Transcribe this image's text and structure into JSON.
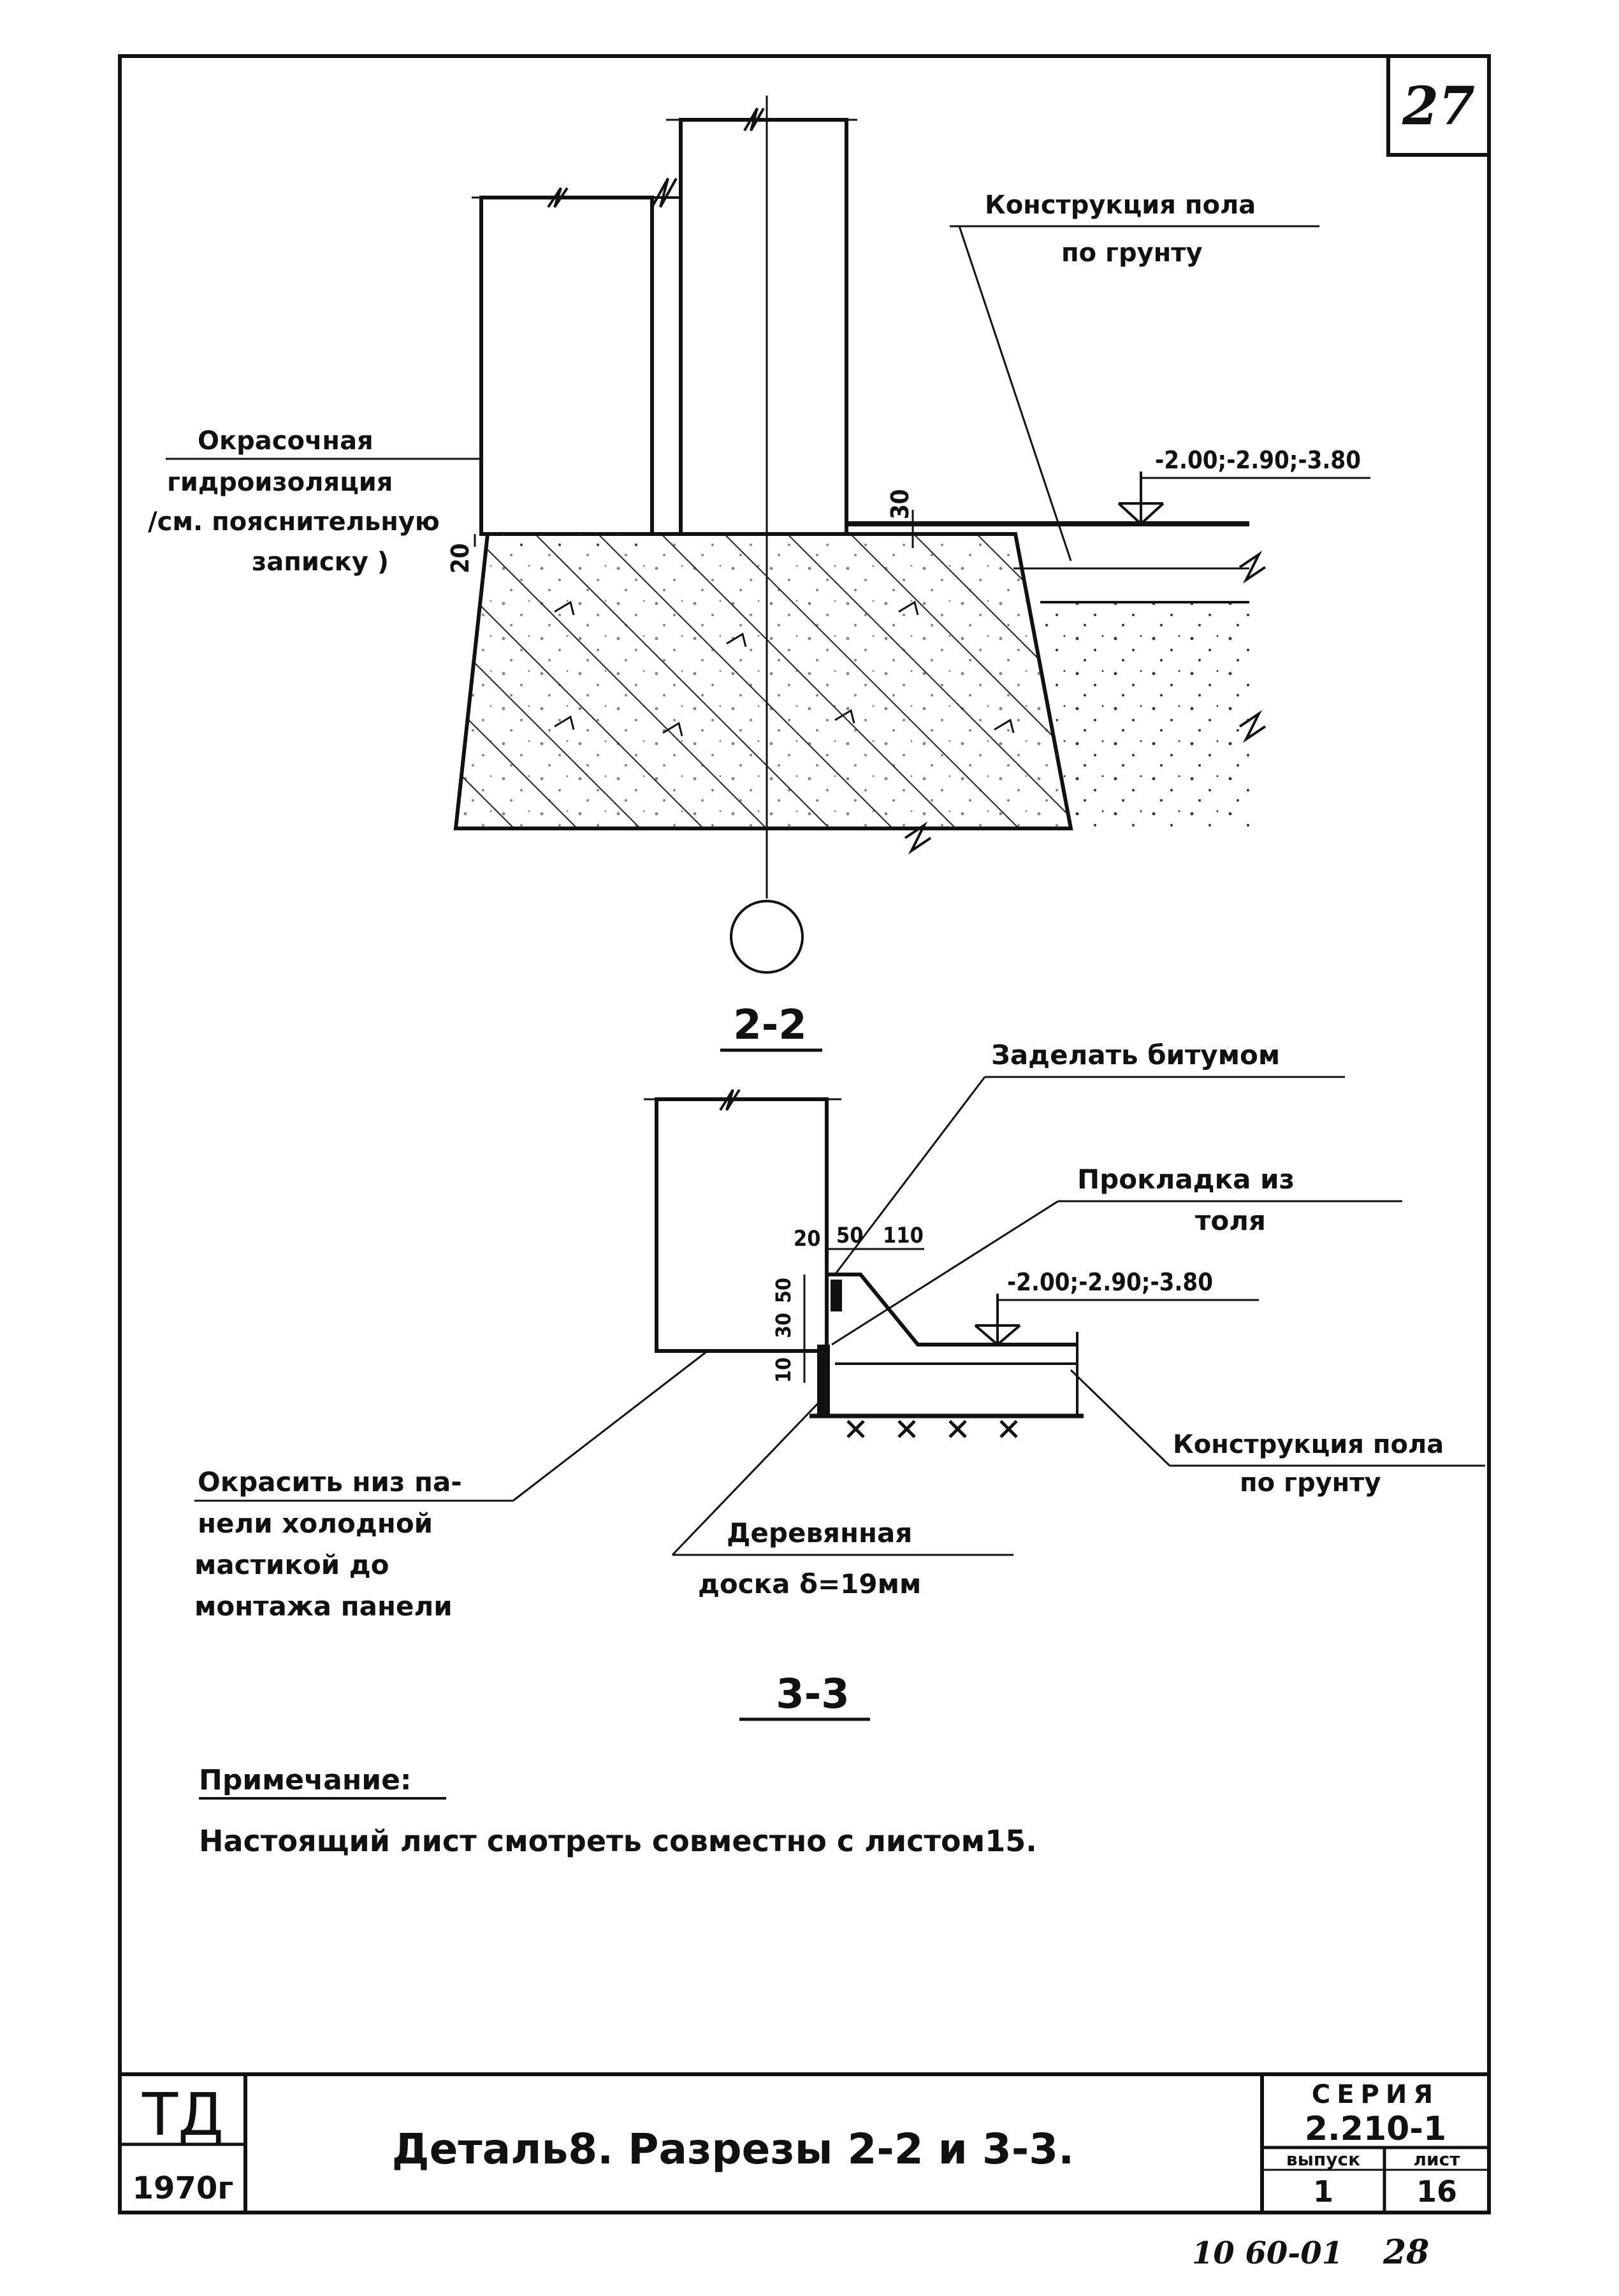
{
  "sheet_number": "27",
  "section_a": {
    "floor_label_1": "Конструкция пола",
    "floor_label_2": "по грунту",
    "paint_label_1": "Окрасочная",
    "paint_label_2": "гидроизоляция",
    "paint_label_3": "/см. пояснительную",
    "paint_label_4": "записку )",
    "level": "-2.00;-2.90;-3.80",
    "dim_30": "30",
    "dim_20": "20",
    "section_title": "2-2"
  },
  "section_b": {
    "bitumen_label": "Заделать битумом",
    "gasket_label_1": "Прокладка из",
    "gasket_label_2": "толя",
    "dim_20": "20",
    "dim_50": "50",
    "dim_110": "110",
    "dim_vert_1": "50",
    "dim_vert_2": "30",
    "dim_vert_3": "10",
    "level": "-2.00;-2.90;-3.80",
    "floor_label_1": "Конструкция пола",
    "floor_label_2": "по грунту",
    "paint_label_1": "Окрасить низ па-",
    "paint_label_2": "нели холодной",
    "paint_label_3": "мастикой до",
    "paint_label_4": "монтажа панели",
    "board_label_1": "Деревянная",
    "board_label_2": "доска δ=19мм",
    "section_title": "3-3"
  },
  "note": {
    "heading": "Примечание:",
    "text": "Настоящий лист смотреть совместно с листом15."
  },
  "title_block": {
    "logo": "ТД",
    "year": "1970г",
    "title": "Деталь8. Разрезы 2-2 и 3-3.",
    "series_label": "СЕРИЯ",
    "series_value": "2.210-1",
    "issue_label": "выпуск",
    "issue_value": "1",
    "sheet_label": "лист",
    "sheet_value": "16"
  },
  "footer": {
    "archive_code": "10 60-01",
    "page": "28"
  }
}
